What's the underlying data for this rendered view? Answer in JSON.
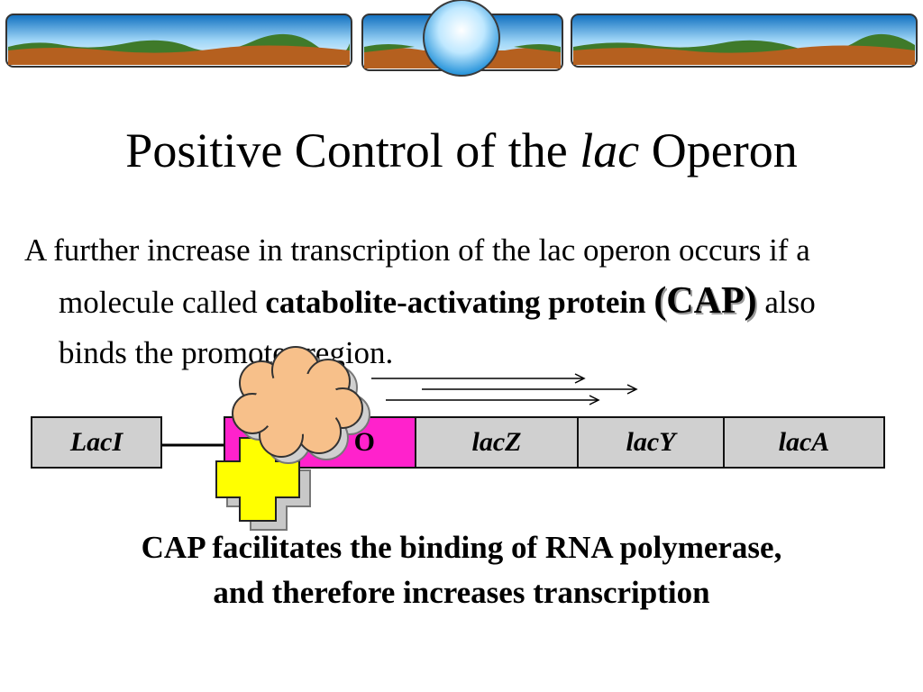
{
  "title": {
    "prefix": "Positive Control of the ",
    "italic": "lac",
    "suffix": " Operon"
  },
  "body": {
    "line1": "A further increase in transcription of the lac operon occurs if a molecule called ",
    "bold1": "catabolite-activating protein",
    "cap": "(CAP)",
    "rest": " also binds the promoter region."
  },
  "genes": [
    {
      "id": "laci",
      "label": "LacI"
    },
    {
      "id": "operator",
      "label": "O"
    },
    {
      "id": "lacz",
      "label": "lacZ"
    },
    {
      "id": "lacy",
      "label": "lacY"
    },
    {
      "id": "laca",
      "label": "lacA"
    }
  ],
  "footer": {
    "line1": "CAP facilitates the binding of RNA polymerase,",
    "line2": "and therefore increases transcription"
  },
  "colors": {
    "operator": "#ff22cc",
    "gene": "#d0d0d0",
    "cap_cloud": "#f7c08a",
    "rna_pol": "#ffff00"
  }
}
